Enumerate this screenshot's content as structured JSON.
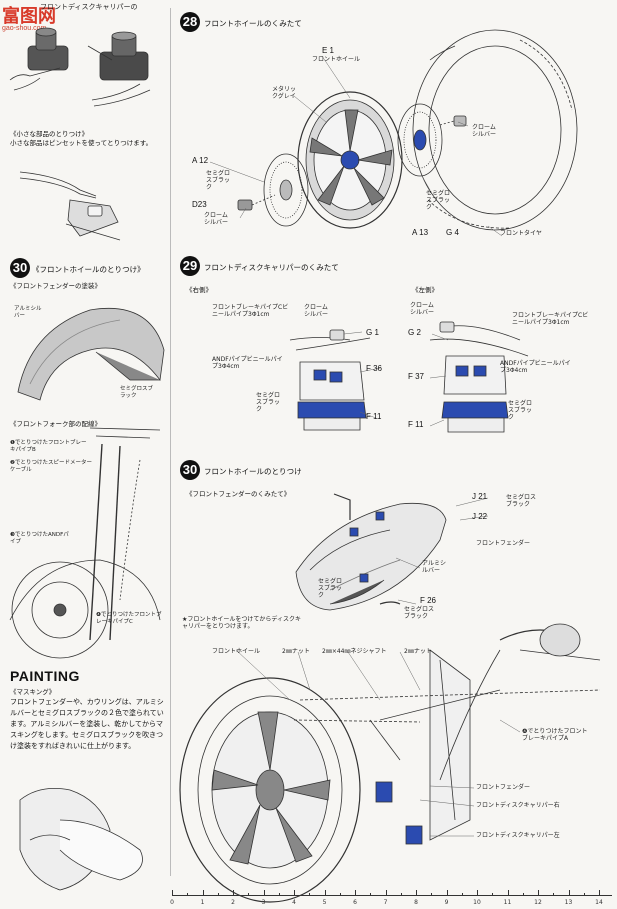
{
  "watermark": {
    "chars": "富图网",
    "url": "gao-shou.com"
  },
  "left": {
    "top_caption": "フロントディスクキャリパーの",
    "small_parts": {
      "title": "《小さな部品のとりつけ》",
      "text": "小さな部品はピンセットを使ってとりつけます。"
    },
    "step30": {
      "num": "30",
      "title": "《フロントホイールのとりつけ》"
    },
    "fender_paint": {
      "title": "《フロントフェンダーの塗装》",
      "aluminum": "アルミシルバー",
      "semigloss": "セミグロスブラック"
    },
    "fork_wiring": {
      "title": "《フロントフォーク部の配線》",
      "n1": "❶でとりつけたフロントブレーキパイプB",
      "n2": "❷でとりつけたスピードメーターケーブル",
      "n3": "❸でとりつけたANDFパイプ",
      "n4": "❹でとりつけたフロントブレーキパイプC"
    },
    "painting": {
      "heading": "PAINTING",
      "subtitle": "《マスキング》",
      "text": "フロントフェンダーや、カウリングは、アルミシルバーとセミグロスブラックの２色で塗られています。アルミシルバーを塗装し、乾かしてからマスキングをします。セミグロスブラックを吹きつけ塗装をすればきれいに仕上がります。"
    }
  },
  "step28": {
    "num": "28",
    "title": "フロントホイールのくみたて",
    "labels": {
      "e1": "E 1",
      "front_wheel": "フロントホイール",
      "metallic_gray": "メタリックグレイ",
      "chrome_silver": "クロームシルバー",
      "a12": "A 12",
      "semigloss_a": "セミグロスブラック",
      "d23": "D23",
      "chrome_silver_b": "クロームシルバー",
      "semigloss_b": "セミグロスブラック",
      "a13": "A 13",
      "g4": "G 4",
      "front_tire": "フロントタイヤ"
    }
  },
  "step29": {
    "num": "29",
    "title": "フロントディスクキャリパーのくみたて",
    "right": {
      "title": "《右側》",
      "pipe_c": "フロントブレーキパイプCビニールパイプ3Φ1cm",
      "chrome": "クロームシルバー",
      "g1": "G 1",
      "andf": "ANDFパイプビニールパイプ3Φ4cm",
      "f36": "F 36",
      "semigloss": "セミグロスブラック",
      "f11": "F 11"
    },
    "left": {
      "title": "《左側》",
      "chrome": "クロームシルバー",
      "pipe_c": "フロントブレーキパイプCビニールパイプ3Φ1cm",
      "g2": "G 2",
      "andf": "ANDFパイプビニールパイプ3Φ4cm",
      "f37": "F 37",
      "semigloss": "セミグロスブラック",
      "f11": "F 11"
    }
  },
  "step30": {
    "num": "30",
    "title": "フロントホイールのとりつけ",
    "fender_assy": "《フロントフェンダーのくみたて》",
    "j21": "J 21",
    "semigloss_j21": "セミグロスブラック",
    "j22": "J 22",
    "front_fender": "フロントフェンダー",
    "aluminum": "アルミシルバー",
    "semigloss_l": "セミグロスブラック",
    "f26": "F 26",
    "semigloss_f26": "セミグロスブラック",
    "note": "★フロントホイールをつけてからディスクキャリパーをとりつけます。",
    "front_wheel": "フロントホイール",
    "nut2a": "2㎜ナット",
    "shaft": "2㎜×44㎜ネジシャフト",
    "nut2b": "2㎜ナット",
    "pipe_a": "❹でとりつけたフロントブレーキパイプA",
    "front_fender_b": "フロントフェンダー",
    "caliper_r": "フロントディスクキャリパー右",
    "caliper_l": "フロントディスクキャリパー左"
  },
  "ruler": {
    "labels": [
      "0",
      "1",
      "2",
      "3",
      "4",
      "5",
      "6",
      "7",
      "8",
      "9",
      "10",
      "11",
      "12",
      "13",
      "14"
    ]
  }
}
